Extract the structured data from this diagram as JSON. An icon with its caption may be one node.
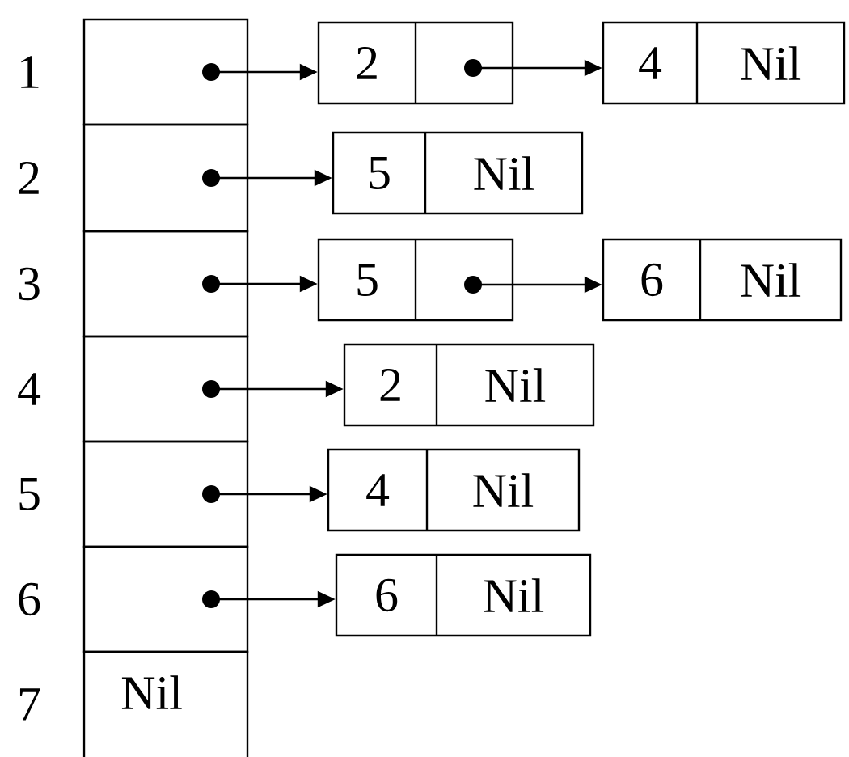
{
  "diagram": {
    "nodes": [
      {
        "text": [],
        "shape": "box",
        "beside": [
          "1"
        ]
      },
      {
        "text": [],
        "shape": "box",
        "beside": [
          "2"
        ]
      },
      {
        "text": [],
        "shape": "box",
        "beside": [
          "3"
        ]
      },
      {
        "text": [],
        "shape": "box",
        "beside": [
          "4"
        ]
      },
      {
        "text": [],
        "shape": "box",
        "beside": [
          "5"
        ]
      },
      {
        "text": [],
        "shape": "box",
        "beside": [
          "6"
        ]
      },
      {
        "text": [
          "Nil"
        ],
        "beside": [
          "7"
        ]
      },
      {
        "text": [
          "2"
        ]
      },
      {
        "text": [
          "4",
          "Nil"
        ]
      },
      {
        "text": [
          "5",
          "Nil"
        ]
      },
      {
        "text": [
          "5"
        ]
      },
      {
        "text": [
          "6",
          "Nil"
        ]
      },
      {
        "text": [
          "2",
          "Nil"
        ]
      },
      {
        "text": [
          "4",
          "Nil"
        ]
      },
      {
        "text": [
          "6",
          "Nil"
        ]
      }
    ],
    "edges": [
      {
        "from": 0,
        "to": 7,
        "arrow": "to"
      },
      {
        "from": 7,
        "to": 8,
        "arrow": "to"
      },
      {
        "from": 1,
        "to": 9,
        "arrow": "to"
      },
      {
        "from": 2,
        "to": 10,
        "arrow": "to"
      },
      {
        "from": 10,
        "to": 11,
        "arrow": "to"
      },
      {
        "from": 3,
        "to": 12,
        "arrow": "to"
      },
      {
        "from": 4,
        "to": 13,
        "arrow": "to"
      },
      {
        "from": 5,
        "to": 14,
        "arrow": "to"
      }
    ]
  }
}
